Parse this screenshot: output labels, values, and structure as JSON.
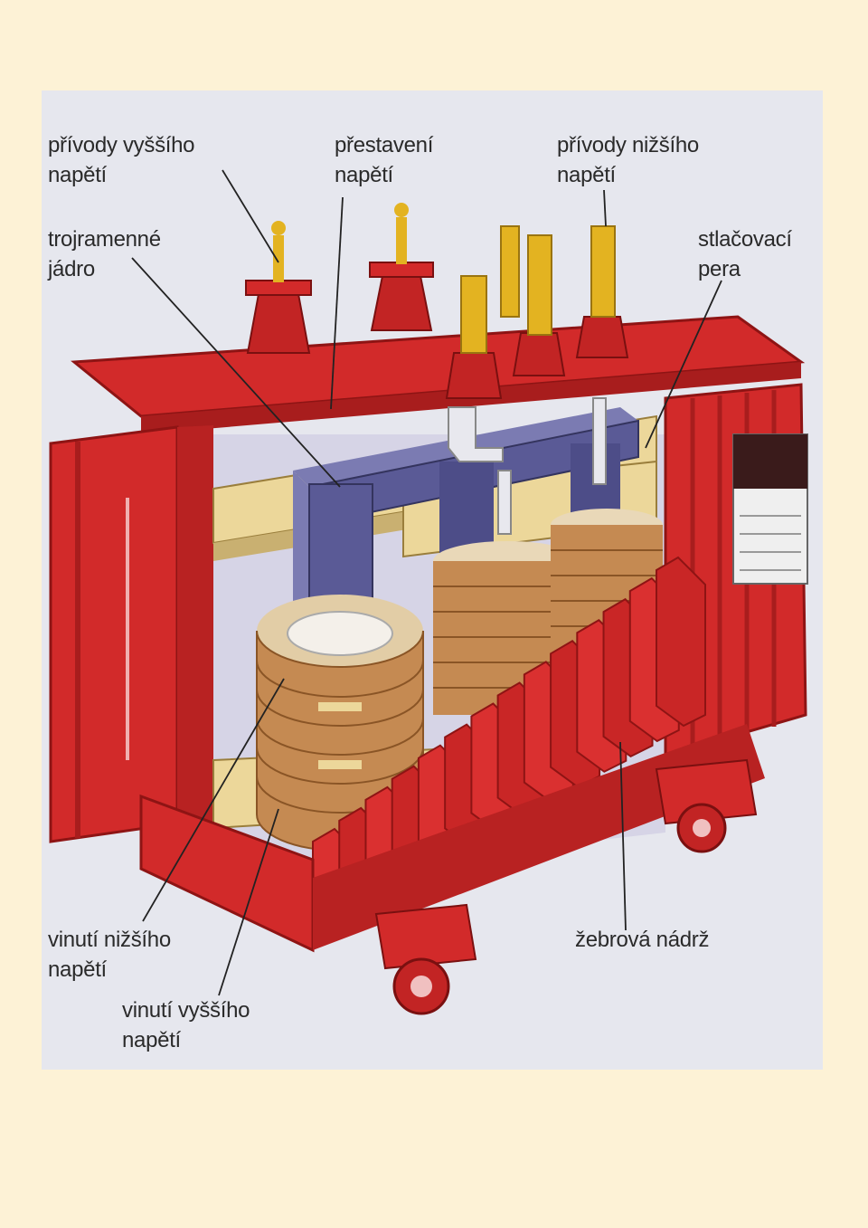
{
  "labels": {
    "hv_leads": {
      "line1": "přívody vyššího",
      "line2": "napětí"
    },
    "tap_changer": {
      "line1": "přestavení",
      "line2": "napětí"
    },
    "lv_leads": {
      "line1": "přívody nižšího",
      "line2": "napětí"
    },
    "core": {
      "line1": "trojramenné",
      "line2": "jádro"
    },
    "springs": {
      "line1": "stlačovací",
      "line2": "pera"
    },
    "lv_winding": {
      "line1": "vinutí nižšího",
      "line2": "napětí"
    },
    "hv_winding": {
      "line1": "vinutí vyššího",
      "line2": "napětí"
    },
    "tank": {
      "line1": "žebrová nádrž"
    }
  },
  "colors": {
    "background": "#fdf2d6",
    "panel": "#e6e7ee",
    "tank_red": "#d22a2a",
    "core_blue": "#5a5a96",
    "winding_copper": "#c58a52",
    "clamp_cream": "#ecd79a",
    "terminal_yellow": "#e3b321"
  }
}
